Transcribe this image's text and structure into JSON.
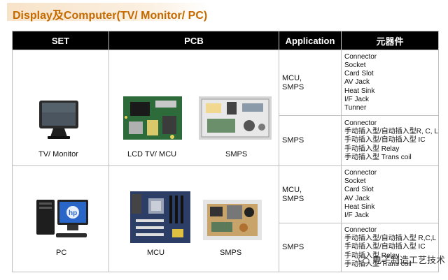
{
  "title": "Display及Computer(TV/ Monitor/ PC)",
  "headers": [
    "SET",
    "PCB",
    "Application",
    "元器件"
  ],
  "rows": [
    {
      "set_caption": "TV/ Monitor",
      "pcb_captions": [
        "LCD TV/ MCU",
        "SMPS"
      ],
      "sub": [
        {
          "app": [
            "MCU,",
            "SMPS"
          ],
          "components": [
            "Connector",
            "Socket",
            "Card Slot",
            "AV Jack",
            "Heat Sink",
            "I/F Jack",
            "Tunner"
          ]
        },
        {
          "app": [
            "SMPS"
          ],
          "components": [
            "Connector",
            "手动插入型/自动插入型R, C, L",
            "手动插入型/自动插入型 IC",
            "手动插入型 Relay",
            "手动插入型 Trans coil"
          ]
        }
      ]
    },
    {
      "set_caption": "PC",
      "pcb_captions": [
        "MCU",
        "SMPS"
      ],
      "sub": [
        {
          "app": [
            "MCU,",
            "SMPS"
          ],
          "components": [
            "Connector",
            "Socket",
            "Card Slot",
            "AV Jack",
            "Heat Sink",
            "I/F Jack"
          ]
        },
        {
          "app": [
            "SMPS"
          ],
          "components": [
            "Connector",
            "手动插入型/自动插入型 R,C,L",
            "手动插入型/自动插入型 IC",
            "手动插入型 Relay",
            "手动插入型 Trans coil"
          ]
        }
      ]
    }
  ],
  "watermark": "电子制造工艺技术",
  "colors": {
    "title": "#c46a00",
    "header_bg": "#000000"
  }
}
